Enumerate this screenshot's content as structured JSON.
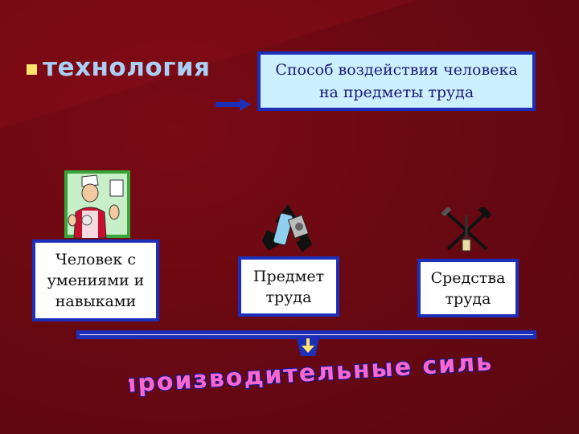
{
  "header": {
    "title": "технология",
    "definition": "Способ воздействия человека на предметы труда"
  },
  "elements": {
    "person_label": "Человек с умениями и навыками",
    "object_label": "Предмет труда",
    "tools_label": "Средства труда"
  },
  "footer": {
    "conclusion": "производительные силы"
  },
  "colors": {
    "background": "#6a0912",
    "box_border": "#1d2fb8",
    "definition_fill": "#ccf0ff",
    "bullet": "#ffe46b",
    "title_text": "#a9d1f7",
    "arrow": "#ffe46b"
  },
  "icons": [
    "person-worker-icon",
    "recycle-icon",
    "crossed-tools-icon",
    "right-arrow-icon",
    "down-arrow-icon"
  ]
}
